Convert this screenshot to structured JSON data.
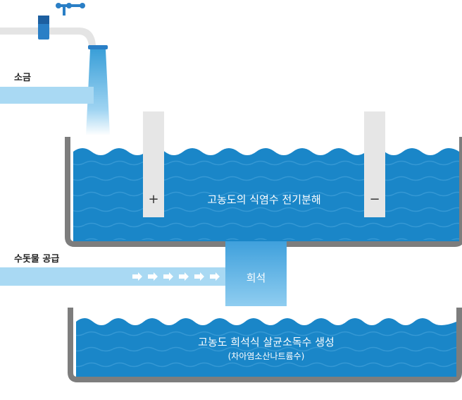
{
  "labels": {
    "salt": "소금",
    "tap_water": "수돗물 공급",
    "electrolysis": "고농도의 식염수 전기분해",
    "dilution": "희석",
    "product_line1": "고농도 희석식 살균소독수 생성",
    "product_line2": "(차아염소산나트륨수)",
    "plus": "+",
    "minus": "−"
  },
  "colors": {
    "water_dark": "#1a86c8",
    "water_light": "#8fcdf0",
    "pipe_light": "#a9d9f3",
    "tank_wall": "#7d7d7d",
    "electrode": "#e6e6e6",
    "faucet_blue": "#2a7fc6"
  },
  "icons": {
    "faucet": "faucet-icon",
    "flow_arrows": "arrow-right-icon"
  }
}
